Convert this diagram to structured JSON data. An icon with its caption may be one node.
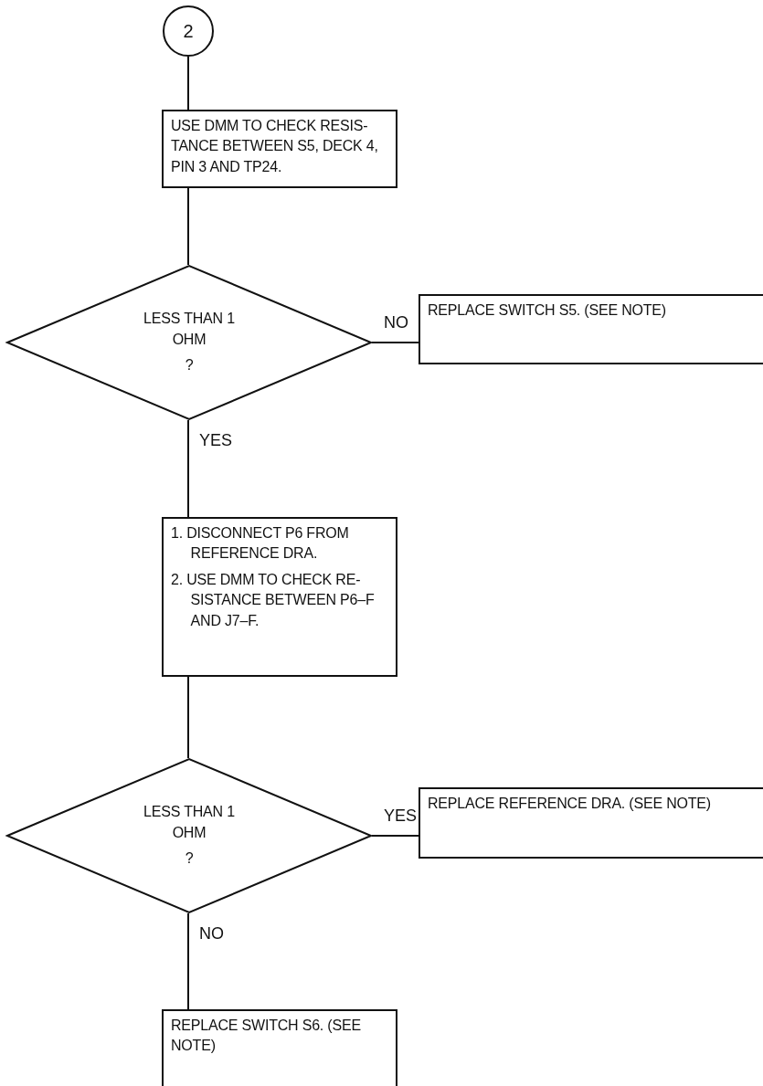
{
  "diagram": {
    "nodes": [
      {
        "text": [
          "2"
        ]
      },
      {
        "text": [
          "USE DMM TO CHECK RESIS-TANCE BETWEEN S5, DECK 4, PIN 3 AND TP24."
        ]
      },
      {
        "text": [
          "LESS THAN 1 OHM",
          "?"
        ]
      },
      {
        "text": [
          "REPLACE SWITCH S5. (SEE NOTE)"
        ]
      },
      {
        "text": [
          "1. DISCONNECT P6 FROM REFERENCE DRA.",
          "2. USE DMM TO CHECK RE-SISTANCE BETWEEN P6–F AND J7–F."
        ]
      },
      {
        "text": [
          "LESS THAN 1 OHM",
          "?"
        ]
      },
      {
        "text": [
          "REPLACE REFERENCE DRA. (SEE NOTE)"
        ]
      },
      {
        "text": [
          "REPLACE SWITCH S6. (SEE NOTE)"
        ]
      }
    ],
    "edges": [
      {
        "from": 0,
        "to": 1,
        "arrow": "none"
      },
      {
        "from": 1,
        "to": 2,
        "arrow": "none"
      },
      {
        "from": 2,
        "to": 3,
        "arrow": "none",
        "label": "NO"
      },
      {
        "from": 2,
        "to": 4,
        "arrow": "none",
        "label": "YES"
      },
      {
        "from": 4,
        "to": 5,
        "arrow": "none"
      },
      {
        "from": 5,
        "to": 6,
        "arrow": "none",
        "label": "YES"
      },
      {
        "from": 5,
        "to": 7,
        "arrow": "none",
        "label": "NO"
      }
    ]
  }
}
